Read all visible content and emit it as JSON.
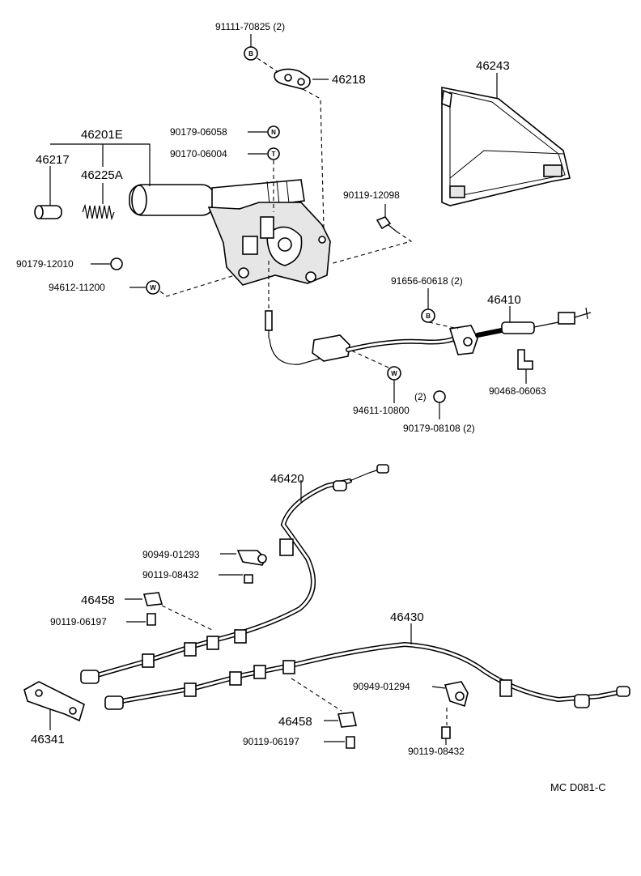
{
  "labels": {
    "p91111_70825": "91111-70825 (2)",
    "p46218": "46218",
    "p46243": "46243",
    "p46201E": "46201E",
    "p46217": "46217",
    "p46225A": "46225A",
    "p90179_06058": "90179-06058",
    "p90170_06004": "90170-06004",
    "p90119_12098": "90119-12098",
    "p90179_12010": "90179-12010",
    "p94612_11200": "94612-11200",
    "p91656_60618": "91656-60618 (2)",
    "p46410": "46410",
    "p90468_06063": "90468-06063",
    "p94611_10800": "94611-10800",
    "p_qty2": "(2)",
    "p90179_08108": "90179-08108 (2)",
    "p46420": "46420",
    "p90949_01293": "90949-01293",
    "p90119_08432_a": "90119-08432",
    "p46458_a": "46458",
    "p90119_06197_a": "90119-06197",
    "p46430": "46430",
    "p90949_01294": "90949-01294",
    "p46341": "46341",
    "p46458_b": "46458",
    "p90119_06197_b": "90119-06197",
    "p90119_08432_b": "90119-08432"
  },
  "symbols": {
    "bolt_b": "B",
    "washer_w": "W",
    "nut_n": "N",
    "pin_t": "T"
  },
  "reference_code": "MC  D081-C"
}
